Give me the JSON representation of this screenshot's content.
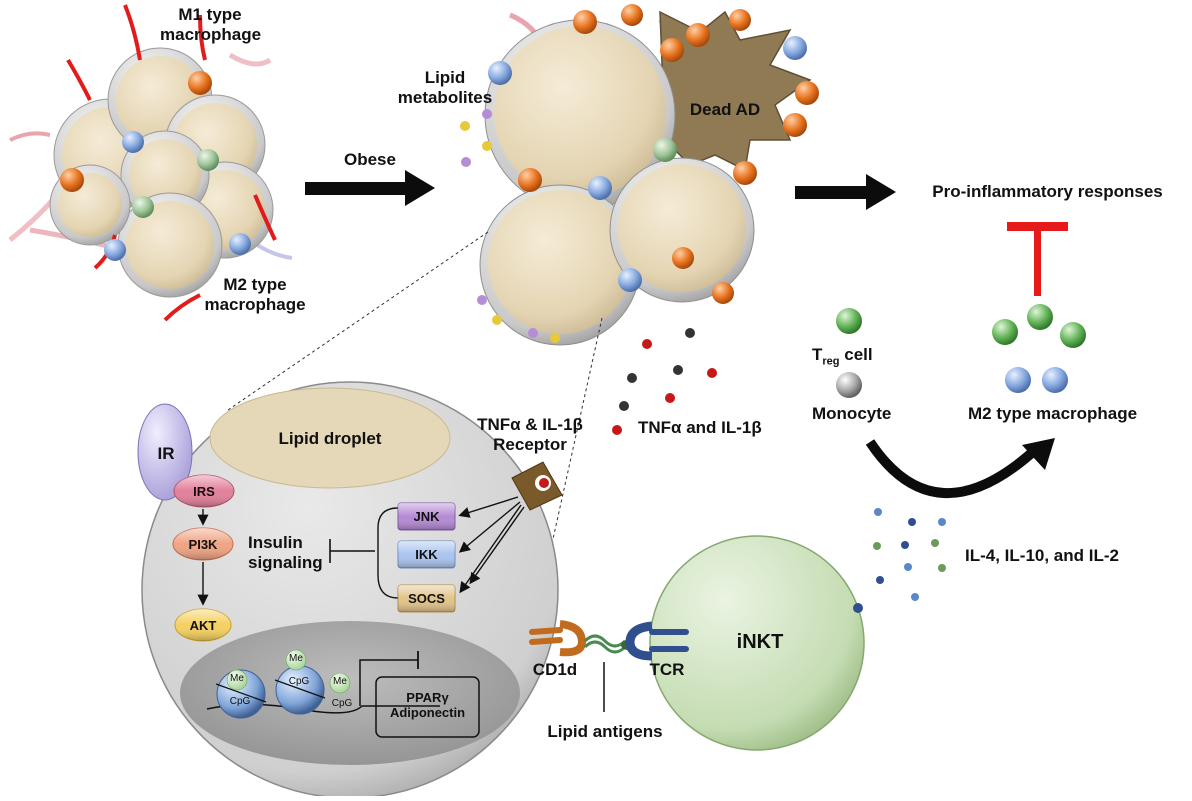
{
  "labels": {
    "m1_line1": "M1 type",
    "m1_line2": "macrophage",
    "m2_line1": "M2 type",
    "m2_line2": "macrophage",
    "obese": "Obese",
    "lipid_line1": "Lipid",
    "lipid_line2": "metabolites",
    "dead_ad": "Dead AD",
    "pro_inflammatory": "Pro-inflammatory responses",
    "treg_main": "T",
    "treg_sub": "reg",
    "treg_suffix": " cell",
    "monocyte": "Monocyte",
    "m2_macrophage": "M2 type macrophage",
    "tnf_il1b": "TNFα and IL-1β",
    "receptor_line1": "TNFα & IL-1β",
    "receptor_line2": "Receptor",
    "lipid_droplet": "Lipid droplet",
    "ir": "IR",
    "irs": "IRS",
    "pi3k": "PI3K",
    "akt": "AKT",
    "insulin_line1": "Insulin",
    "insulin_line2": "signaling",
    "jnk": "JNK",
    "ikk": "IKK",
    "socs": "SOCS",
    "me": "Me",
    "cpg": "CpG",
    "ppar_line1": "PPARγ",
    "ppar_line2": "Adiponectin",
    "cd1d": "CD1d",
    "tcr": "TCR",
    "lipid_antigens": "Lipid antigens",
    "inkt": "iNKT",
    "il_list": "IL-4, IL-10, and IL-2"
  },
  "colors": {
    "m1_macrophage": "#e06a1c",
    "m2_macrophage": "#7b9fd6",
    "treg": "#5fae55",
    "monocyte": "#9a9a9a",
    "adipocyte": "#e9dcc0",
    "inkt": "#cfe3bf",
    "inhibit": "#e51b1b",
    "jnk": "#b48ad4",
    "ikk": "#a9c4ef",
    "socs": "#e2c38a",
    "irs": "#e27f99",
    "pi3k": "#f0a383",
    "akt": "#f5d060"
  }
}
